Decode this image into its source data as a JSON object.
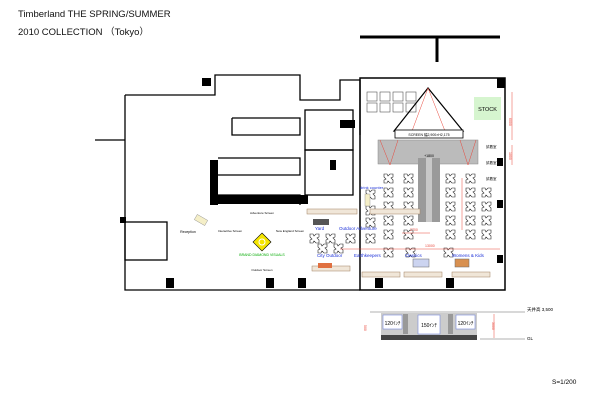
{
  "title": {
    "line1": "Timberland THE SPRING/SUMMER",
    "line2": "2010 COLLECTION （Tokyo）"
  },
  "plan": {
    "stock": "STOCK",
    "screen": "SCREEN 幅2,900×H2,175",
    "runway_dim": "+1800",
    "fitting_rooms": [
      "試着室",
      "試着室",
      "試着室"
    ],
    "drink_counter": "drink counter",
    "reception": "Reception",
    "brand_visual": "BRAND DIAMOND VISUALS",
    "small_labels": [
      "Adventure Screen",
      "Interactive Screen",
      "New England Screen",
      "Outdoor Screen"
    ],
    "zones": {
      "yard": "Yard",
      "outdoor_adventure": "Outdoor Adventure",
      "city_outdoor": "City Outdoor",
      "earthkeepers": "Earthkeepers",
      "classics": "Classics",
      "womens_kids": "Womens & Kids"
    },
    "dims": {
      "d2700": "2700",
      "d13000": "13000",
      "d6000": "6000",
      "d1800": "1800"
    }
  },
  "section": {
    "screens": [
      "120ｲﾝﾁ",
      "150ｲﾝﾁ",
      "120ｲﾝﾁ"
    ],
    "ceiling": "天井高 3,500",
    "gl": "GL",
    "height_dim": "3000",
    "left_dim": "500"
  },
  "scale": "S=1/200",
  "colors": {
    "wall": "#000000",
    "dim": "#e8483c",
    "zone_label": "#1a2fd8",
    "stock": "#d6f5cf",
    "runway": "#9a9a9a"
  }
}
